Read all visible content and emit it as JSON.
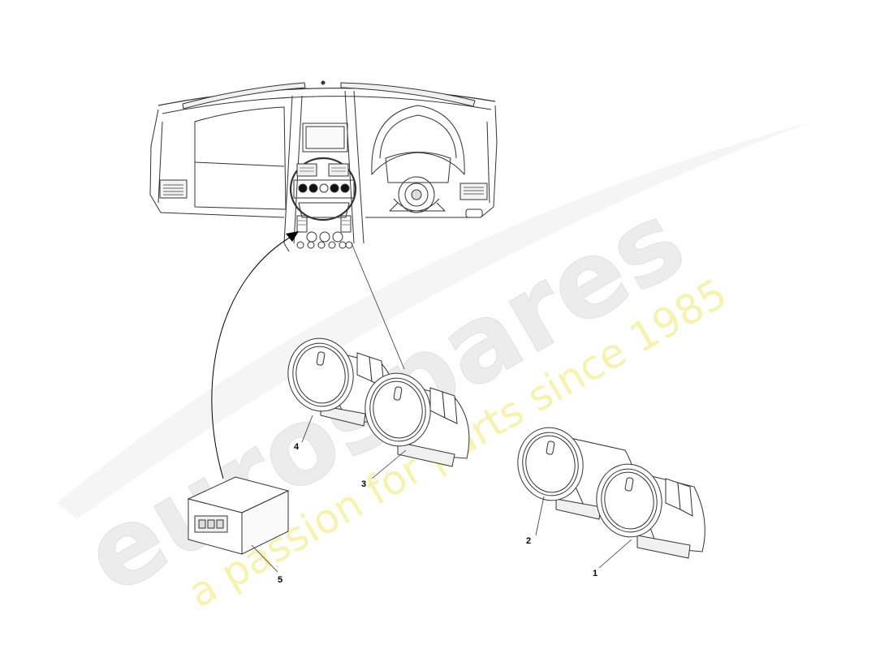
{
  "watermark": {
    "brand": "eurospares",
    "tagline": "a passion for parts since 1985",
    "brand_color": "#e8e8e8",
    "tagline_color": "#f5f3a8"
  },
  "callouts": [
    {
      "id": "1",
      "label": "1"
    },
    {
      "id": "2",
      "label": "2"
    },
    {
      "id": "3",
      "label": "3"
    },
    {
      "id": "4",
      "label": "4"
    },
    {
      "id": "5",
      "label": "5"
    }
  ],
  "colors": {
    "line": "#333333",
    "fill": "#ffffff",
    "shade": "#f2f2f2"
  }
}
